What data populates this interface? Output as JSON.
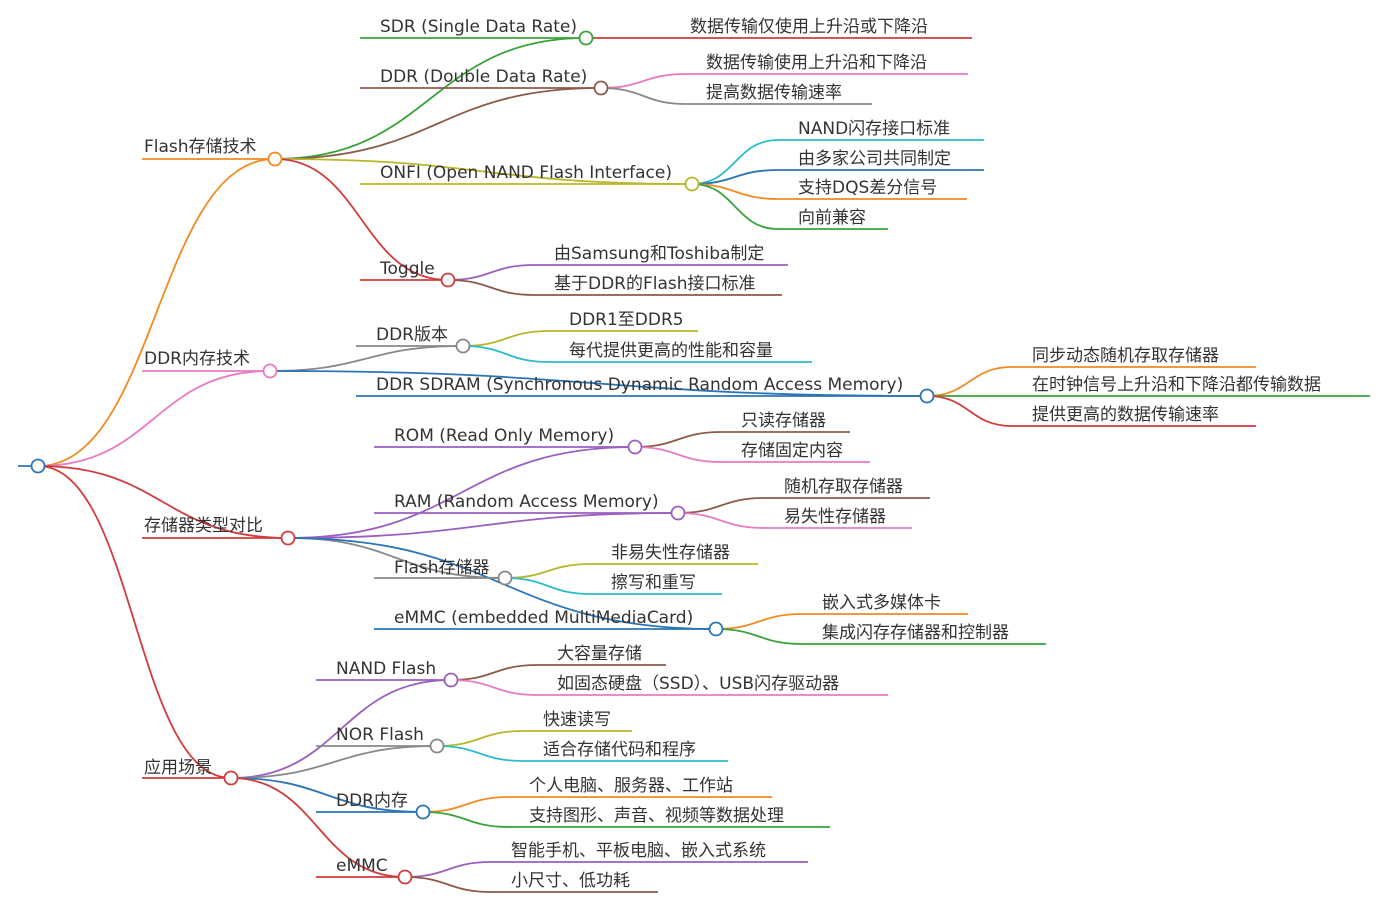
{
  "colors": {
    "orange": "#f28a21",
    "pink": "#e87bc1",
    "red": "#d23b3b",
    "purple": "#9a5fc1",
    "green": "#39a33a",
    "brown": "#8b5a4b",
    "gray": "#888888",
    "olive": "#b8b62a",
    "cyan": "#2bbccd",
    "blue": "#2b74b5",
    "root": "#2b74b5"
  },
  "root": {
    "label": ""
  },
  "branches": [
    {
      "label": "Flash存储技术",
      "color": "orange",
      "children": [
        {
          "label": "SDR (Single Data Rate)",
          "color": "green",
          "children": [
            {
              "label": "数据传输仅使用上升沿或下降沿",
              "color": "red"
            }
          ]
        },
        {
          "label": "DDR (Double Data Rate)",
          "color": "brown",
          "children": [
            {
              "label": "数据传输使用上升沿和下降沿",
              "color": "pink"
            },
            {
              "label": "提高数据传输速率",
              "color": "gray"
            }
          ]
        },
        {
          "label": "ONFI (Open NAND Flash Interface)",
          "color": "olive",
          "children": [
            {
              "label": "NAND闪存接口标准",
              "color": "cyan"
            },
            {
              "label": "由多家公司共同制定",
              "color": "blue"
            },
            {
              "label": "支持DQS差分信号",
              "color": "orange"
            },
            {
              "label": "向前兼容",
              "color": "green"
            }
          ]
        },
        {
          "label": "Toggle",
          "color": "red",
          "children": [
            {
              "label": "由Samsung和Toshiba制定",
              "color": "purple"
            },
            {
              "label": "基于DDR的Flash接口标准",
              "color": "brown"
            }
          ]
        }
      ]
    },
    {
      "label": "DDR内存技术",
      "color": "pink",
      "children": [
        {
          "label": "DDR版本",
          "color": "gray",
          "children": [
            {
              "label": "DDR1至DDR5",
              "color": "olive"
            },
            {
              "label": "每代提供更高的性能和容量",
              "color": "cyan"
            }
          ]
        },
        {
          "label": "DDR SDRAM (Synchronous Dynamic Random Access Memory)",
          "color": "blue",
          "children": [
            {
              "label": "同步动态随机存取存储器",
              "color": "orange"
            },
            {
              "label": "在时钟信号上升沿和下降沿都传输数据",
              "color": "green"
            },
            {
              "label": "提供更高的数据传输速率",
              "color": "red"
            }
          ]
        }
      ]
    },
    {
      "label": "存储器类型对比",
      "color": "red",
      "children": [
        {
          "label": "ROM (Read Only Memory)",
          "color": "purple",
          "children": [
            {
              "label": "只读存储器",
              "color": "brown"
            },
            {
              "label": "存储固定内容",
              "color": "pink"
            }
          ]
        },
        {
          "label": "RAM (Random Access Memory)",
          "color": "purple",
          "children": [
            {
              "label": "随机存取存储器",
              "color": "brown"
            },
            {
              "label": "易失性存储器",
              "color": "pink"
            }
          ]
        },
        {
          "label": "Flash存储器",
          "color": "gray",
          "children": [
            {
              "label": "非易失性存储器",
              "color": "olive"
            },
            {
              "label": "擦写和重写",
              "color": "cyan"
            }
          ]
        },
        {
          "label": "eMMC (embedded MultiMediaCard)",
          "color": "blue",
          "children": [
            {
              "label": "嵌入式多媒体卡",
              "color": "orange"
            },
            {
              "label": "集成闪存存储器和控制器",
              "color": "green"
            }
          ]
        }
      ]
    },
    {
      "label": "应用场景",
      "color": "red",
      "children": [
        {
          "label": "NAND Flash",
          "color": "purple",
          "children": [
            {
              "label": "大容量存储",
              "color": "brown"
            },
            {
              "label": "如固态硬盘（SSD）、USB闪存驱动器",
              "color": "pink"
            }
          ]
        },
        {
          "label": "NOR Flash",
          "color": "gray",
          "children": [
            {
              "label": "快速读写",
              "color": "olive"
            },
            {
              "label": "适合存储代码和程序",
              "color": "cyan"
            }
          ]
        },
        {
          "label": "DDR内存",
          "color": "blue",
          "children": [
            {
              "label": "个人电脑、服务器、工作站",
              "color": "orange"
            },
            {
              "label": "支持图形、声音、视频等数据处理",
              "color": "green"
            }
          ]
        },
        {
          "label": "eMMC",
          "color": "red",
          "children": [
            {
              "label": "智能手机、平板电脑、嵌入式系统",
              "color": "purple"
            },
            {
              "label": "小尺寸、低功耗",
              "color": "brown"
            }
          ]
        }
      ]
    }
  ]
}
